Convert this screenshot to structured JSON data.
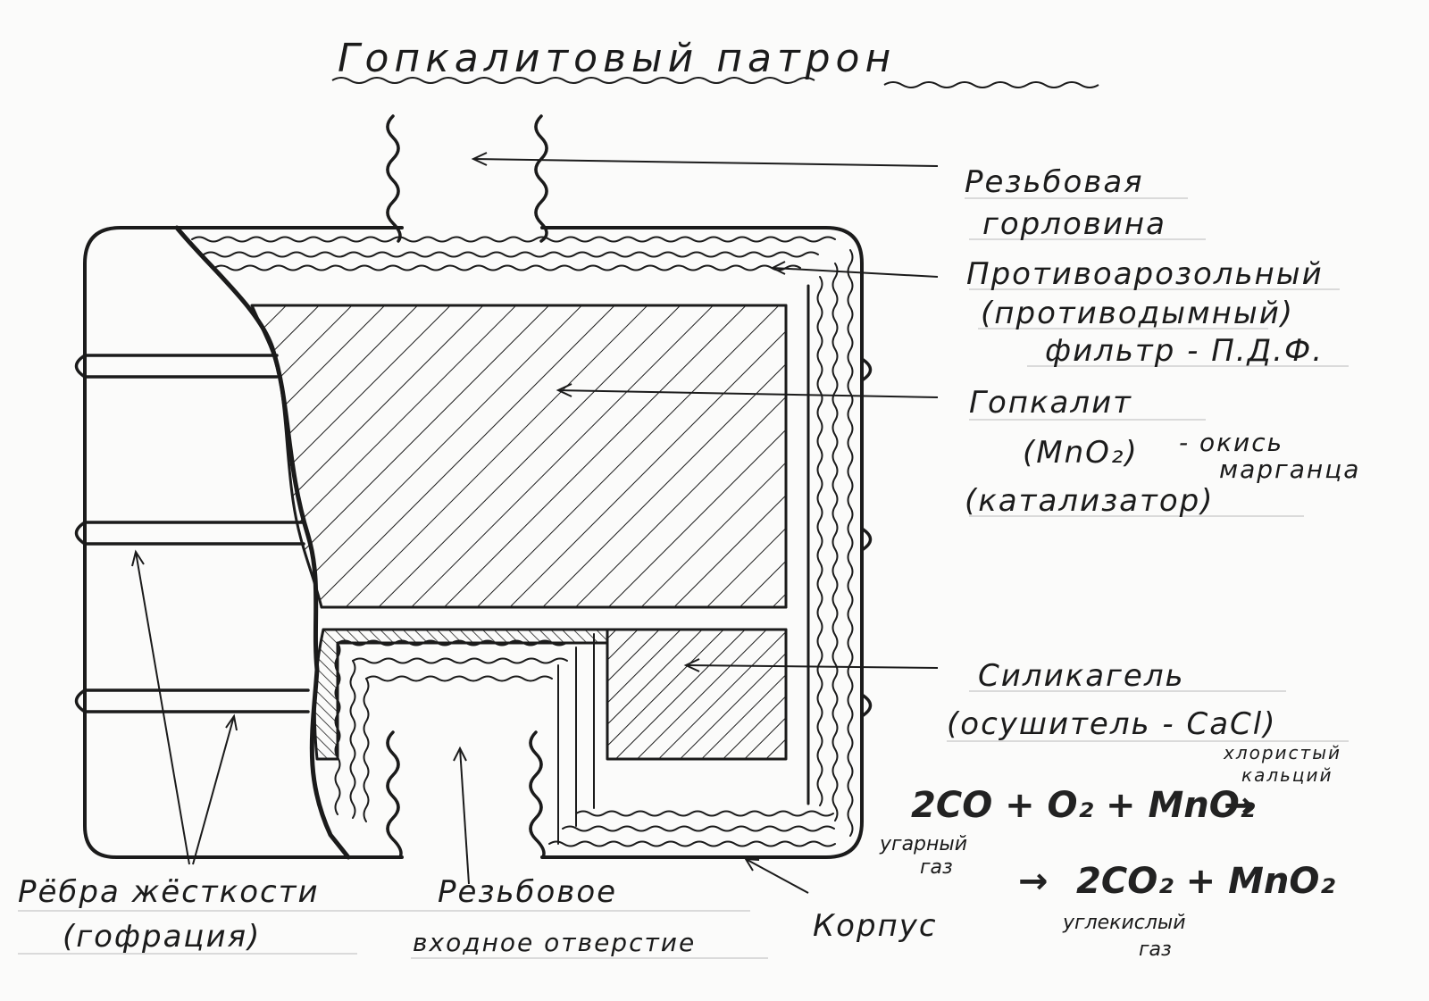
{
  "title": "Гопкалитовый патрон",
  "labels": {
    "neck_line1": "Резьбовая",
    "neck_line2": "горловина",
    "filter_line1": "Противоарозольный",
    "filter_line2": "(противодымный)",
    "filter_line3": "фильтр - П.Д.Ф.",
    "hopcalite_line1": "Гопкалит",
    "hopcalite_formula": "(MnO₂)",
    "hopcalite_note1": "- окись",
    "hopcalite_note2": "марганца",
    "hopcalite_line3": "(катализатор)",
    "silica_line1": "Силикагель",
    "silica_line2": "(осушитель - CaCl)",
    "silica_note1": "хлористый",
    "silica_note2": "кальций",
    "ribs_line1": "Рёбра жёсткости",
    "ribs_line2": "(гофрация)",
    "inlet_line1": "Резьбовое",
    "inlet_line2": "входное отверстие",
    "body_label": "Корпус"
  },
  "reaction": {
    "reactants": "2CO + O₂ + MnO₂",
    "arrow_right": "→",
    "arrow_left": "→",
    "products": "2CO₂ + MnO₂",
    "co_name_line1": "угарный",
    "co_name_line2": "газ",
    "co2_name_line1": "углекислый",
    "co2_name_line2": "газ"
  },
  "colors": {
    "ink": "#1b1b1b",
    "paper": "#fbfbfa",
    "guide_line": "#c9c9c9"
  }
}
